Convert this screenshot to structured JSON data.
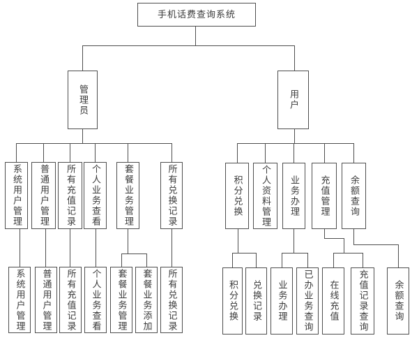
{
  "title": {
    "label": "手机话费查询系统"
  },
  "branches": {
    "admin": {
      "label": "管理员"
    },
    "user": {
      "label": "用户"
    }
  },
  "admin_children": [
    {
      "label": "系统用户管理"
    },
    {
      "label": "普通用户管理"
    },
    {
      "label": "所有充值记录"
    },
    {
      "label": "个人业务查看"
    },
    {
      "label": "套餐业务管理"
    },
    {
      "label": "所有兑换记录"
    }
  ],
  "admin_leaves": [
    {
      "label": "系统用户管理"
    },
    {
      "label": "普通用户管理"
    },
    {
      "label": "所有充值记录"
    },
    {
      "label": "个人业务查看"
    },
    {
      "label": "套餐业务管理"
    },
    {
      "label": "套餐业务添加"
    },
    {
      "label": "所有兑换记录"
    }
  ],
  "user_children": [
    {
      "label": "积分兑换"
    },
    {
      "label": "个人资料管理"
    },
    {
      "label": "业务办理"
    },
    {
      "label": "充值管理"
    },
    {
      "label": "余额查询"
    }
  ],
  "user_leaves": [
    {
      "label": "积分兑换"
    },
    {
      "label": "兑换记录"
    },
    {
      "label": "业务办理"
    },
    {
      "label": "已办业务查询"
    },
    {
      "label": "在线充值"
    },
    {
      "label": "充值记录查询"
    },
    {
      "label": "余额查询"
    }
  ],
  "colors": {
    "line": "#4d4d4d",
    "border": "#4d4d4d",
    "text": "#3a3a3a",
    "bg": "#ffffff"
  }
}
